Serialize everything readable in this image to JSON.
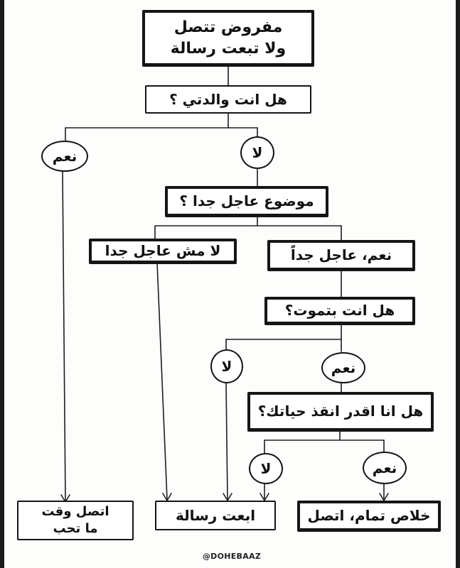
{
  "diagram": {
    "start": {
      "line1": "مفروض تتصل",
      "line2": "ولا تبعت رسالة"
    },
    "q_parent": "هل انت والدتي ؟",
    "ans_parent_yes": "نعم",
    "ans_parent_no": "لا",
    "q_urgent": "موضوع عاجل جدا ؟",
    "ans_not_urgent": "لا مش عاجل جدا",
    "ans_urgent": "نعم، عاجل جداً",
    "q_dying": "هل انت بتموت؟",
    "ans_dying_no": "لا",
    "ans_dying_yes": "نعم",
    "q_save": "هل انا اقدر انقذ حياتك؟",
    "ans_save_no": "لا",
    "ans_save_yes": "نعم",
    "end_call_anytime": {
      "line1": "اتصل وقت",
      "line2": "ما تحب"
    },
    "end_text": "ابعت رسالة",
    "end_call_ok": "خلاص تمام، اتصل",
    "credit": "@DOHEBAAZ"
  }
}
